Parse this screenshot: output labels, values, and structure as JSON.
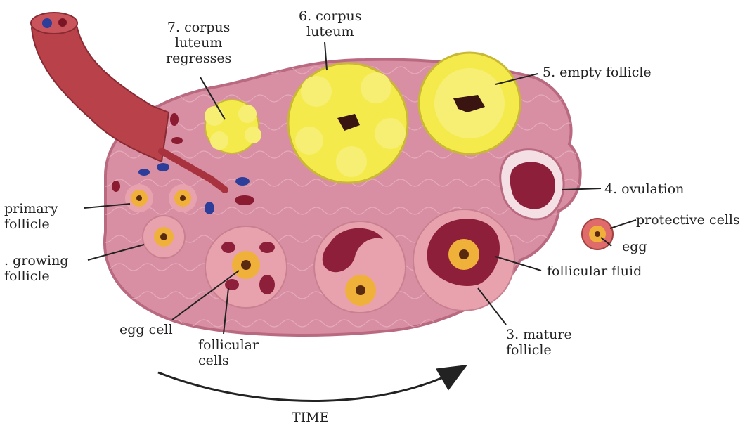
{
  "colors": {
    "ovary": "#d98fa3",
    "ovary_edge": "#b96a80",
    "vessel": "#a8333e",
    "luteum": "#f4ea4c",
    "follicle": "#e8a2ae",
    "fluid": "#8d1f3a",
    "egg": "#f0b13a"
  },
  "labels": {
    "corpus_luteum_regresses": [
      "7. corpus",
      "luteum",
      "regresses"
    ],
    "corpus_luteum": [
      "6. corpus",
      "luteum"
    ],
    "empty_follicle": "5. empty follicle",
    "ovulation": "4. ovulation",
    "protective_cells": "protective cells",
    "egg": "egg",
    "follicular_fluid": "follicular fluid",
    "mature_follicle": [
      "3. mature",
      "follicle"
    ],
    "primary_follicle": [
      "primary",
      "follicle"
    ],
    "growing_follicle": [
      ". growing",
      "follicle"
    ],
    "egg_cell": "egg cell",
    "follicular_cells": [
      "follicular",
      "cells"
    ],
    "time": "TIME"
  }
}
